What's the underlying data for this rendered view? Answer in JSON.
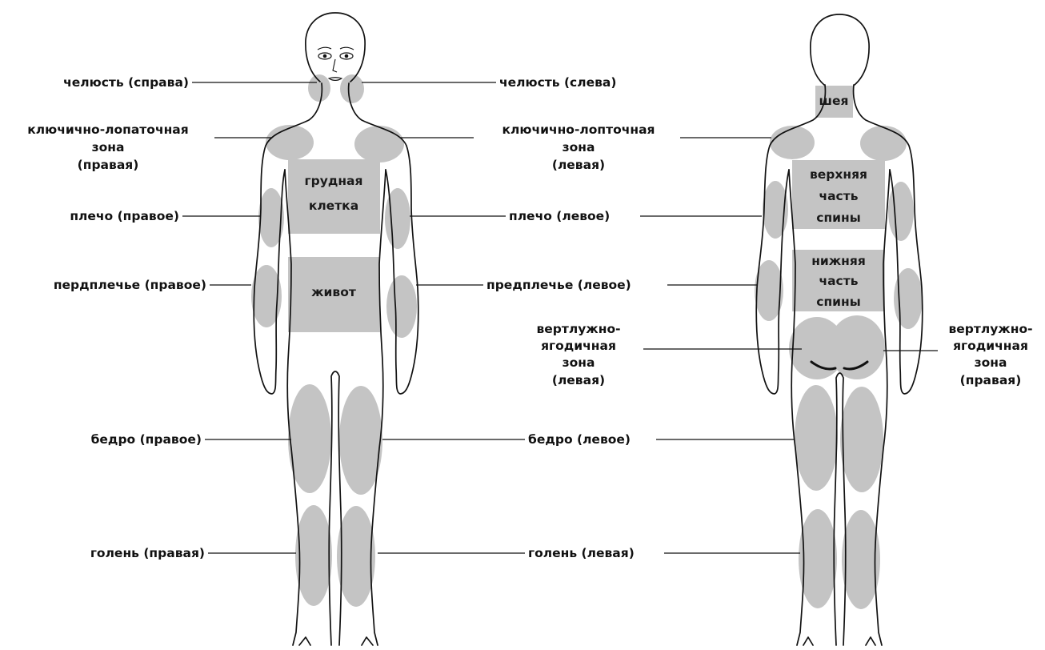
{
  "front": {
    "zones": {
      "chest": "грудная клетка",
      "abdomen": "живот"
    },
    "labels": {
      "jaw_right": "челюсть (справа)",
      "jaw_left": "челюсть (слева)",
      "clav_right": [
        "ключично-лопаточная",
        "зона",
        "(правая)"
      ],
      "clav_left": [
        "ключично-лопточная",
        "зона",
        "(левая)"
      ],
      "shoulder_right": "плечо (правое)",
      "shoulder_left": "плечо (левое)",
      "forearm_right": "пердплечье (правое)",
      "forearm_left": "предплечье (левое)",
      "thigh_right": "бедро (правое)",
      "thigh_left": "бедро (левое)",
      "shin_right": "голень (правая)",
      "shin_left": "голень (левая)"
    }
  },
  "back": {
    "zones": {
      "neck": "шея",
      "upper_back": [
        "верхняя",
        "часть",
        "спины"
      ],
      "lower_back": [
        "нижняя",
        "часть",
        "спины"
      ]
    },
    "labels": {
      "buttock_left": [
        "вертлужно-",
        "ягодичная",
        "зона",
        "(левая)"
      ],
      "buttock_right": [
        "вертлужно-",
        "ягодичная",
        "зона",
        "(правая)"
      ]
    }
  },
  "colors": {
    "zone_fill": "#c4c4c4",
    "outline": "#111111",
    "text": "#111111",
    "background": "#ffffff"
  }
}
